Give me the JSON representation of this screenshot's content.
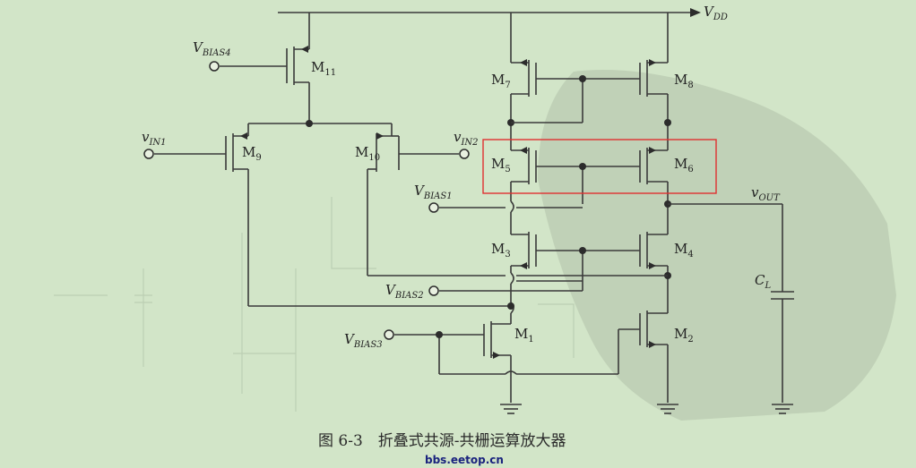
{
  "labels": {
    "vdd_main": "V",
    "vdd_sub": "DD",
    "vbias4_main": "V",
    "vbias4_sub": "BIAS4",
    "vbias1_main": "V",
    "vbias1_sub": "BIAS1",
    "vbias2_main": "V",
    "vbias2_sub": "BIAS2",
    "vbias3_main": "V",
    "vbias3_sub": "BIAS3",
    "vin1_main": "v",
    "vin1_sub": "IN1",
    "vin2_main": "v",
    "vin2_sub": "IN2",
    "vout_main": "v",
    "vout_sub": "OUT",
    "cl_main": "C",
    "cl_sub": "L"
  },
  "transistors": {
    "m11": "11",
    "m9": "9",
    "m10": "10",
    "m7": "7",
    "m8": "8",
    "m5": "5",
    "m6": "6",
    "m3": "3",
    "m4": "4",
    "m1": "1",
    "m2": "2",
    "prefix": "M"
  },
  "caption": "图 6-3　折叠式共源-共栅运算放大器",
  "watermark": "bbs.eetop.cn",
  "highlight_color": "#e03030"
}
